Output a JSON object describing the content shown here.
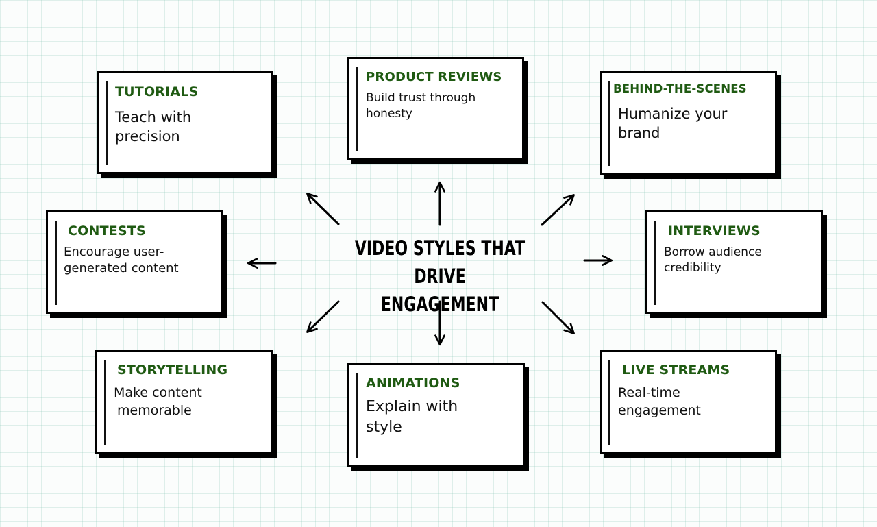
{
  "center": {
    "title": "VIDEO STYLES THAT DRIVE ENGAGEMENT"
  },
  "cards": {
    "tutorials": {
      "title": "TUTORIALS",
      "desc": "Teach with precision"
    },
    "product_reviews": {
      "title": "PRODUCT REVIEWS",
      "desc": "Build trust through honesty"
    },
    "behind_the_scenes": {
      "title": "BEHIND-THE-SCENES",
      "desc": "Humanize your brand"
    },
    "contests": {
      "title": "CONTESTS",
      "desc": "Encourage user-generated content"
    },
    "interviews": {
      "title": "INTERVIEWS",
      "desc": "Borrow audience credibility"
    },
    "storytelling": {
      "title": "STORYTELLING",
      "desc": "Make content memorable"
    },
    "animations": {
      "title": "ANIMATIONS",
      "desc": "Explain with style"
    },
    "live_streams": {
      "title": "LIVE STREAMS",
      "desc": "Real-time engagement"
    }
  },
  "colors": {
    "title_green": "#1f5a12",
    "border": "#000000",
    "grid": "#bfe3d8"
  }
}
